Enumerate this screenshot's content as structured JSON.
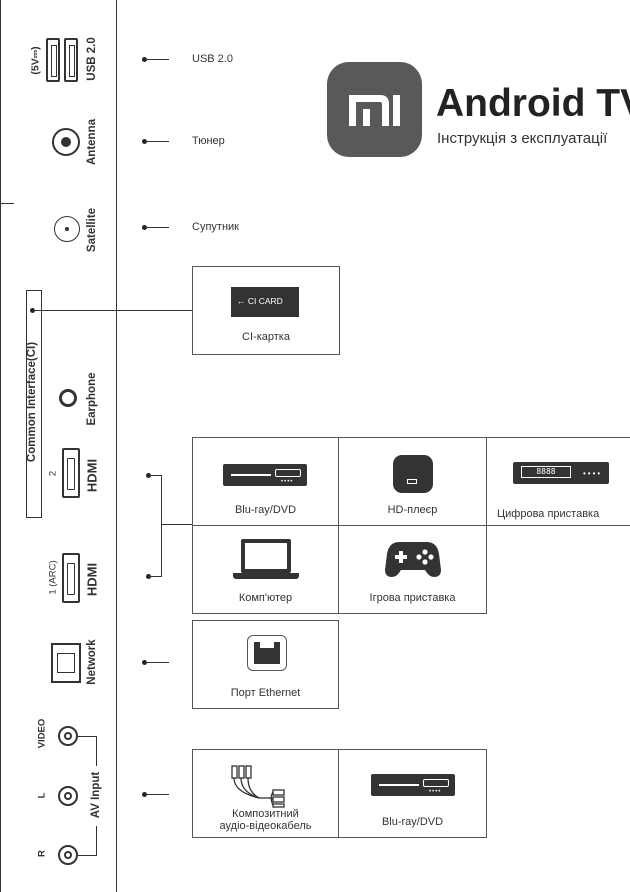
{
  "header": {
    "brand_logo": "mi-logo",
    "title": "Android TV",
    "subtitle": "Інструкція з експлуатації"
  },
  "panel": {
    "usb_power": "(5V⎓)",
    "usb_label": "USB 2.0",
    "antenna_label": "Antenna",
    "satellite_label": "Satellite",
    "ci_label": "Common Interface(CI)",
    "earphone_label": "Earphone",
    "hdmi2_number": "2",
    "hdmi1_number": "1 (ARC)",
    "hdmi_logo": "HDMI",
    "network_label": "Network",
    "av_label": "AV Input",
    "video_label": "VIDEO",
    "l_label": "L",
    "r_label": "R"
  },
  "connections": {
    "usb": "USB 2.0",
    "tuner": "Тюнер",
    "satellite": "Супутник",
    "ci_card_text": "← CI CARD",
    "ci_card": "CI-картка",
    "hdmi_devices": {
      "bluray": "Blu-ray/DVD",
      "hd_player": "HD-плеєр",
      "set_top_box": "Цифрова приставка",
      "stb_display": "8888",
      "computer": "Комп'ютер",
      "game_console": "Ігрова приставка"
    },
    "ethernet": "Порт Ethernet",
    "av_devices": {
      "composite_line1": "Композитний",
      "composite_line2": "аудіо-відеокабель",
      "bluray": "Blu-ray/DVD"
    }
  },
  "colors": {
    "logo_bg": "#58595b",
    "line": "#333333"
  }
}
